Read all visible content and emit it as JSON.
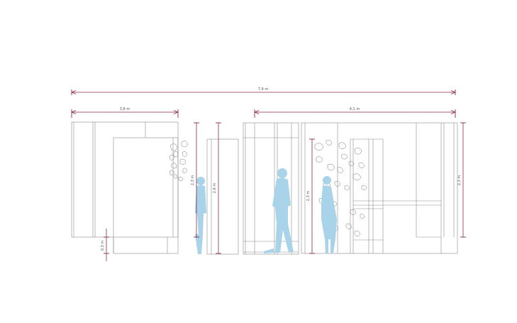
{
  "colors": {
    "dimension_line": "#8b2a48",
    "figure": "#a9d3e8",
    "linework": "#8a8a8a"
  },
  "dimensions": {
    "total_width": "7,9 m",
    "left_width": "3,8 m",
    "right_width": "4,1 m",
    "height_left": "2,3 m",
    "height_middle": "2,6 m",
    "height_right_inner": "2,3 m",
    "height_far_right": "2,3 m",
    "floor_offset": "0,3 m"
  },
  "figures": [
    {
      "kind": "person-standing"
    },
    {
      "kind": "person-walking"
    },
    {
      "kind": "person-with-dress"
    }
  ]
}
